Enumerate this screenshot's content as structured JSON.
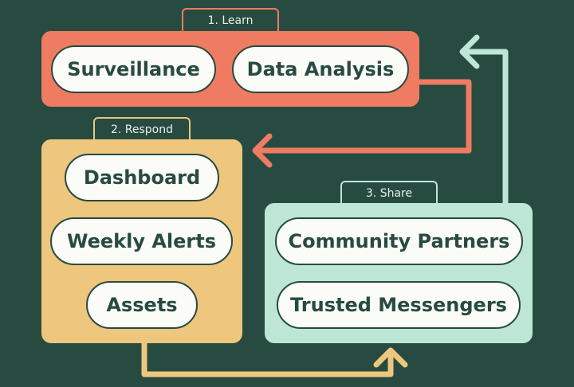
{
  "colors": {
    "background": "#274b41",
    "learn": "#ee7b62",
    "respond": "#eec67d",
    "share": "#bde6d6",
    "pill": "#fbfbf8",
    "text": "#274b41"
  },
  "sections": {
    "learn": {
      "label": "1. Learn",
      "items": [
        "Surveillance",
        "Data Analysis"
      ]
    },
    "respond": {
      "label": "2. Respond",
      "items": [
        "Dashboard",
        "Weekly Alerts",
        "Assets"
      ]
    },
    "share": {
      "label": "3. Share",
      "items": [
        "Community Partners",
        "Trusted Messengers"
      ]
    }
  },
  "flow": [
    {
      "from": "learn",
      "to": "respond",
      "icon": "arrow-icon"
    },
    {
      "from": "respond",
      "to": "share",
      "icon": "arrow-icon"
    },
    {
      "from": "share",
      "to": "learn",
      "icon": "arrow-icon"
    }
  ]
}
